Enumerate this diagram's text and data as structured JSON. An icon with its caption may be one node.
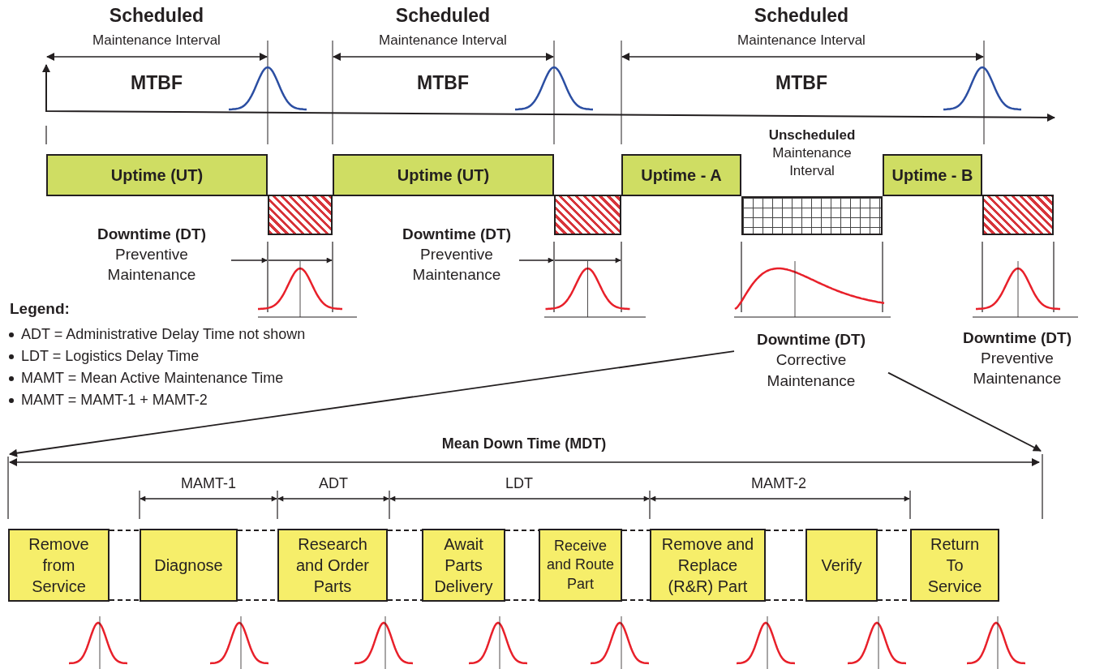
{
  "diagram": {
    "nodes": [
      {
        "text": [
          "Uptime (UT)"
        ]
      },
      {
        "text": [],
        "shape": "box"
      },
      {
        "text": [
          "Uptime (UT)"
        ]
      },
      {
        "text": [],
        "shape": "box"
      },
      {
        "text": [
          "Uptime - A"
        ]
      },
      {
        "text": [
          "Unscheduled",
          "Maintenance Interval"
        ]
      },
      {
        "text": [
          "Uptime - B"
        ]
      },
      {
        "text": [],
        "shape": "box"
      },
      {
        "text": [
          "Downtime (DT)",
          "Corrective Maintenance"
        ]
      },
      {
        "text": [
          "Remove from Service"
        ]
      },
      {
        "text": [
          "Diagnose"
        ]
      },
      {
        "text": [
          "Research and Order Parts"
        ]
      },
      {
        "text": [
          "Await Parts Delivery"
        ]
      },
      {
        "text": [
          "Receive and Route Part"
        ]
      },
      {
        "text": [
          "Remove and Replace (R&R) Part"
        ]
      },
      {
        "text": [
          "Verify"
        ]
      },
      {
        "text": [
          "Return To Service"
        ]
      }
    ],
    "edges": [
      {
        "from": 8,
        "to": null,
        "arrow": "to"
      },
      {
        "from": 8,
        "to": null,
        "arrow": "to"
      },
      {
        "from": 9,
        "to": 10,
        "arrow": "none",
        "style": "dashed"
      },
      {
        "from": 9,
        "to": 10,
        "arrow": "none",
        "style": "dashed"
      },
      {
        "from": 10,
        "to": 11,
        "arrow": "none",
        "style": "dashed"
      },
      {
        "from": 10,
        "to": 11,
        "arrow": "none",
        "style": "dashed"
      },
      {
        "from": 11,
        "to": 12,
        "arrow": "none",
        "style": "dashed"
      },
      {
        "from": 11,
        "to": 12,
        "arrow": "none",
        "style": "dashed"
      },
      {
        "from": 12,
        "to": 13,
        "arrow": "none",
        "style": "dashed"
      },
      {
        "from": 12,
        "to": 13,
        "arrow": "none",
        "style": "dashed"
      },
      {
        "from": 13,
        "to": 14,
        "arrow": "none",
        "style": "dashed"
      },
      {
        "from": 13,
        "to": 14,
        "arrow": "none",
        "style": "dashed"
      },
      {
        "from": 14,
        "to": 15,
        "arrow": "none",
        "style": "dashed"
      },
      {
        "from": 14,
        "to": 15,
        "arrow": "none",
        "style": "dashed"
      },
      {
        "from": 15,
        "to": 16,
        "arrow": "none",
        "style": "dashed"
      },
      {
        "from": 15,
        "to": 16,
        "arrow": "none",
        "style": "dashed"
      }
    ],
    "labels": [
      "Scheduled",
      "Maintenance Interval",
      "Scheduled",
      "Maintenance Interval",
      "Scheduled",
      "Maintenance Interval",
      "MTBF",
      "MTBF",
      "MTBF",
      "Downtime (DT)",
      "Preventive Maintenance",
      "Downtime (DT)",
      "Preventive Maintenance",
      "Legend:",
      "ADT = Administrative Delay Time not shown",
      "LDT = Logistics Delay Time",
      "MAMT = Mean Active Maintenance Time",
      "MAMT = MAMT-1 + MAMT-2",
      "Downtime (DT)",
      "Preventive Maintenance",
      "Mean Down Time (MDT)",
      "MAMT-1",
      "ADT",
      "LDT",
      "MAMT-2"
    ]
  }
}
